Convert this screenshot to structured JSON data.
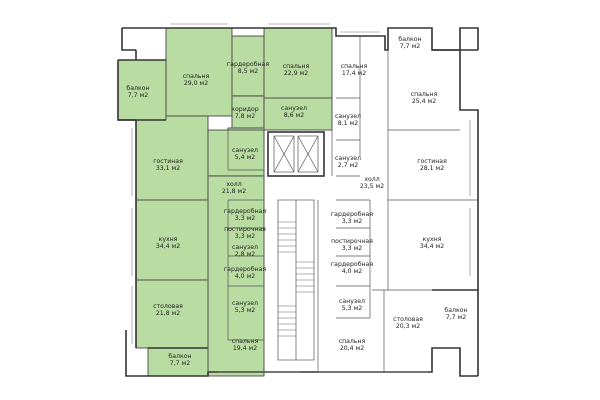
{
  "rooms": [
    {
      "key": "balcony_tl",
      "name": "балкон",
      "area": "7,7 м2",
      "hl": true
    },
    {
      "key": "bed_29",
      "name": "спальня",
      "area": "29,0 м2",
      "hl": true
    },
    {
      "key": "ward_85",
      "name": "гардеробная",
      "area": "8,5 м2",
      "hl": true
    },
    {
      "key": "bed_229",
      "name": "спальня",
      "area": "22,9 м2",
      "hl": true
    },
    {
      "key": "corr_78",
      "name": "коридор",
      "area": "7,8 м2",
      "hl": true
    },
    {
      "key": "bath_86",
      "name": "санузел",
      "area": "8,6 м2",
      "hl": true
    },
    {
      "key": "bath_54",
      "name": "санузел",
      "area": "5,4 м2",
      "hl": true
    },
    {
      "key": "living_331",
      "name": "гостиная",
      "area": "33,1 м2",
      "hl": true
    },
    {
      "key": "hall_218",
      "name": "холл",
      "area": "21,8 м2",
      "hl": true
    },
    {
      "key": "ward_33",
      "name": "гардеробная",
      "area": "3,3 м2",
      "hl": true
    },
    {
      "key": "pantry_l",
      "name": "постирочная",
      "area": "3,3 м2",
      "hl": true
    },
    {
      "key": "kitchen_l",
      "name": "кухня",
      "area": "34,4 м2",
      "hl": true
    },
    {
      "key": "bath_28",
      "name": "санузел",
      "area": "2,8 м2",
      "hl": true
    },
    {
      "key": "ward_40l",
      "name": "гардеробная",
      "area": "4,0 м2",
      "hl": true
    },
    {
      "key": "dining_218",
      "name": "столовая",
      "area": "21,8 м2",
      "hl": true
    },
    {
      "key": "bath_53l",
      "name": "санузел",
      "area": "5,3 м2",
      "hl": true
    },
    {
      "key": "bed_194",
      "name": "спальня",
      "area": "19,4 м2",
      "hl": true
    },
    {
      "key": "balcony_bl",
      "name": "балкон",
      "area": "7,7 м2",
      "hl": true
    },
    {
      "key": "balcony_tr",
      "name": "балкон",
      "area": "7,7 м2",
      "hl": false
    },
    {
      "key": "bed_174",
      "name": "спальня",
      "area": "17,4 м2",
      "hl": false
    },
    {
      "key": "bed_254",
      "name": "спальня",
      "area": "25,4 м2",
      "hl": false
    },
    {
      "key": "bath_81",
      "name": "санузел",
      "area": "8,1 м2",
      "hl": false
    },
    {
      "key": "bath_27",
      "name": "санузел",
      "area": "2,7 м2",
      "hl": false
    },
    {
      "key": "hall_235",
      "name": "холл",
      "area": "23,5 м2",
      "hl": false
    },
    {
      "key": "living_281",
      "name": "гостиная",
      "area": "28,1 м2",
      "hl": false
    },
    {
      "key": "ward_r",
      "name": "гардеробная",
      "area": "3,3 м2",
      "hl": false
    },
    {
      "key": "pantry_r",
      "name": "постирочная",
      "area": "3,3 м2",
      "hl": false
    },
    {
      "key": "ward_40r",
      "name": "гардеробная",
      "area": "4,0 м2",
      "hl": false
    },
    {
      "key": "kitchen_r",
      "name": "кухня",
      "area": "34,4 м2",
      "hl": false
    },
    {
      "key": "bath_53r",
      "name": "санузел",
      "area": "5,3 м2",
      "hl": false
    },
    {
      "key": "bed_204",
      "name": "спальня",
      "area": "20,4 м2",
      "hl": false
    },
    {
      "key": "dining_203",
      "name": "столовая",
      "area": "20,3 м2",
      "hl": false
    },
    {
      "key": "balcony_br",
      "name": "балкон",
      "area": "7,7 м2",
      "hl": false
    }
  ],
  "colors": {
    "highlight": "#b9dca2",
    "wall": "#333333",
    "background": "#ffffff"
  }
}
